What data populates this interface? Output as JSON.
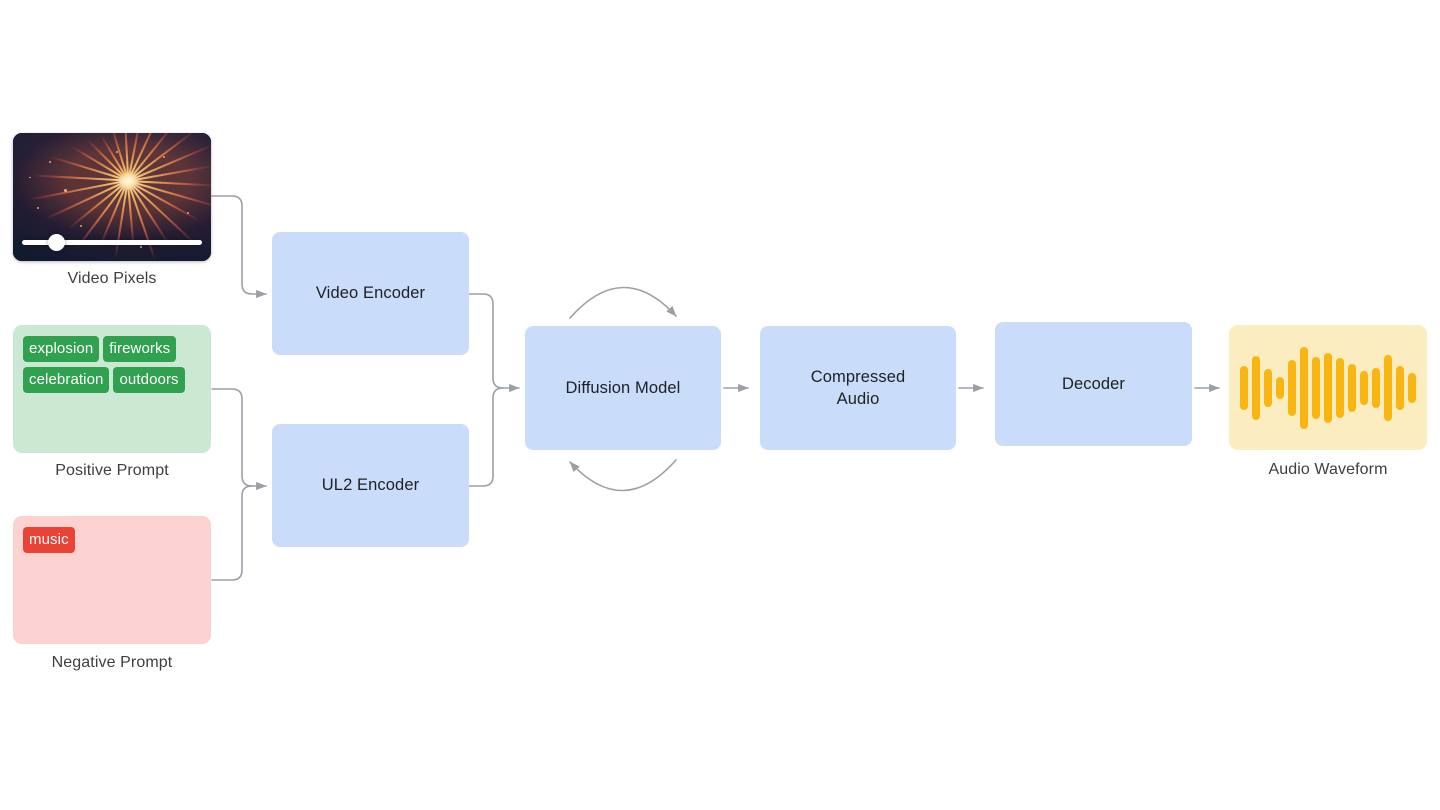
{
  "diagram": {
    "title": "Video-to-audio generation pipeline",
    "background": "#ffffff"
  },
  "inputs": {
    "video": {
      "caption": "Video Pixels",
      "thumbnail_subject": "fireworks burst at night",
      "scrubber_position_percent": 19
    },
    "positive_prompt": {
      "caption": "Positive Prompt",
      "tag_color": "#30a14e",
      "card_color": "#cbe8d3",
      "tags": [
        "explosion",
        "fireworks",
        "celebration",
        "outdoors"
      ]
    },
    "negative_prompt": {
      "caption": "Negative Prompt",
      "tag_color": "#ea4335",
      "card_color": "#fbd2cf",
      "tags": [
        "music"
      ]
    }
  },
  "pipeline": {
    "box_color": "#c9ddfb",
    "nodes": [
      {
        "id": "video-encoder",
        "label": "Video Encoder"
      },
      {
        "id": "ul2-encoder",
        "label": "UL2 Encoder"
      },
      {
        "id": "diffusion-model",
        "label": "Diffusion Model"
      },
      {
        "id": "compressed-audio",
        "label": "Compressed\nAudio",
        "line1": "Compressed",
        "line2": "Audio"
      },
      {
        "id": "decoder",
        "label": "Decoder"
      }
    ]
  },
  "output": {
    "caption": "Audio Waveform",
    "card_color": "#fcedc0",
    "bar_color": "#f9b612",
    "waveform_bar_heights": [
      44,
      64,
      38,
      22,
      56,
      82,
      62,
      70,
      60,
      48,
      34,
      40,
      66,
      44,
      30
    ]
  },
  "connectors": {
    "color": "#9aa0a6",
    "edges": [
      {
        "from": "video",
        "to": "video-encoder"
      },
      {
        "from": "positive-prompt",
        "to": "ul2-encoder"
      },
      {
        "from": "negative-prompt",
        "to": "ul2-encoder"
      },
      {
        "from": "video-encoder",
        "to": "diffusion-model"
      },
      {
        "from": "ul2-encoder",
        "to": "diffusion-model"
      },
      {
        "from": "diffusion-model",
        "to": "compressed-audio"
      },
      {
        "from": "compressed-audio",
        "to": "decoder"
      },
      {
        "from": "decoder",
        "to": "audio-waveform"
      },
      {
        "from": "diffusion-model",
        "to": "diffusion-model",
        "style": "recurrent-loop"
      }
    ]
  }
}
